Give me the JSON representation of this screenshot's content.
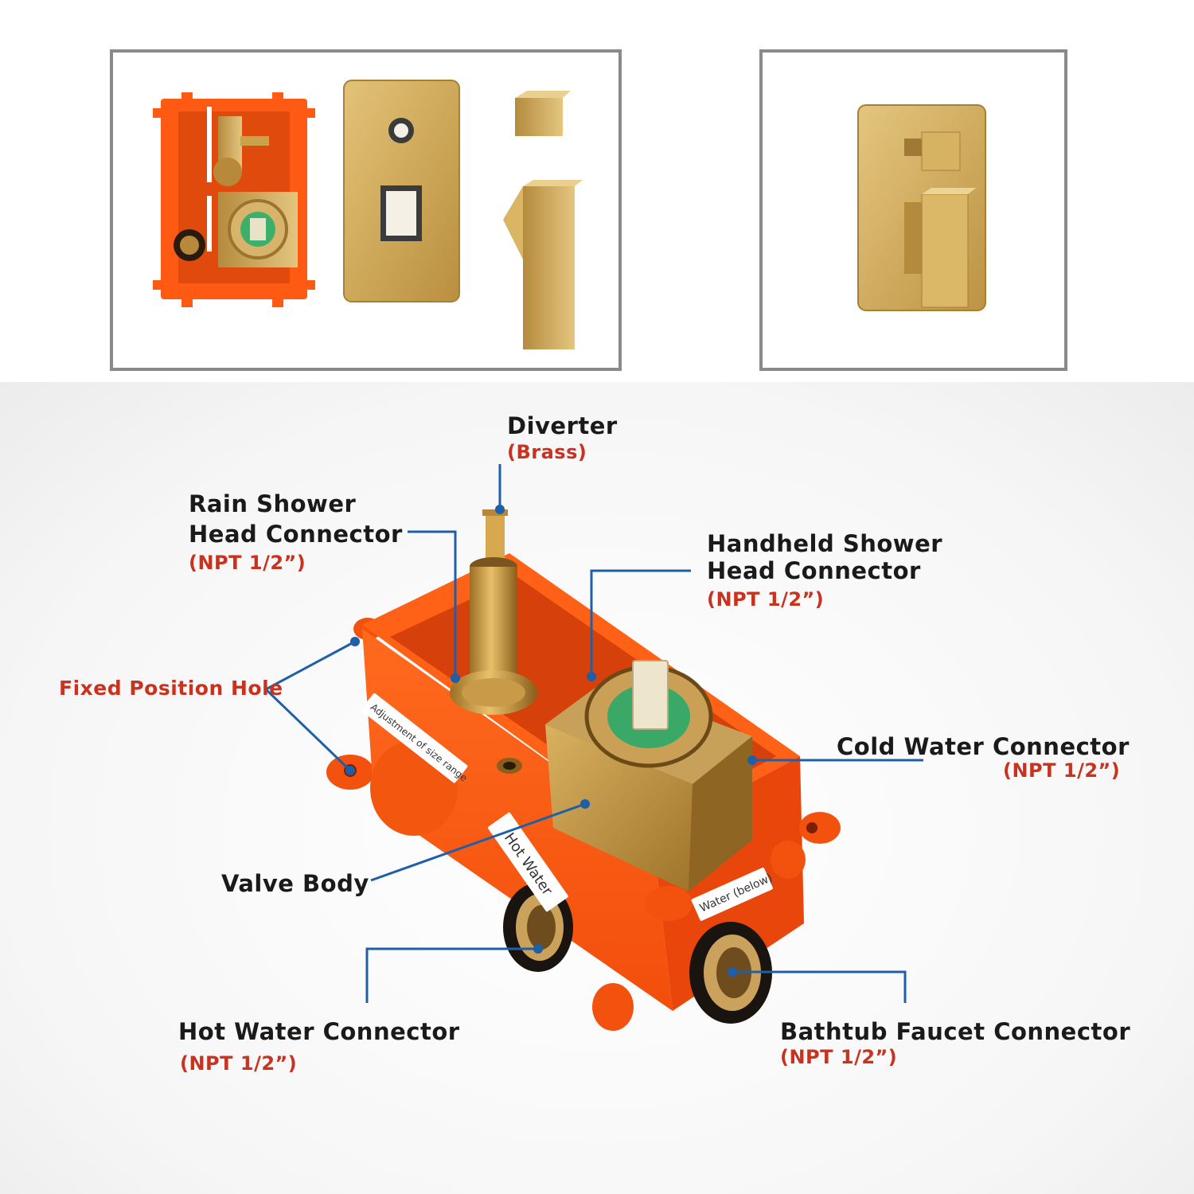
{
  "colors": {
    "box_orange": "#ff5a14",
    "brass": "#c9a24a",
    "callout_blue": "#1f5fa8",
    "spec_red": "#c8321e",
    "panel_border": "#8a8a8a"
  },
  "callouts": {
    "diverter": {
      "label": "Diverter",
      "spec": "(Brass)"
    },
    "rain_shower": {
      "line1": "Rain Shower",
      "line2": "Head Connector",
      "spec": "(NPT 1/2”)"
    },
    "handheld_shower": {
      "line1": "Handheld Shower",
      "line2": "Head Connector",
      "spec": "(NPT 1/2”)"
    },
    "fixed_position_hole": {
      "label": "Fixed Position Hole"
    },
    "cold_water": {
      "label": "Cold Water Connector",
      "spec": "(NPT 1/2”)"
    },
    "valve_body": {
      "label": "Valve Body"
    },
    "hot_water": {
      "label": "Hot Water Connector",
      "spec": "(NPT 1/2”)"
    },
    "bathtub_faucet": {
      "label": "Bathtub Faucet Connector",
      "spec": "(NPT 1/2”)"
    }
  },
  "stickers": {
    "adjustment": "Adjustment of size range",
    "hot_water": "Hot Water",
    "cold_water": "Water (below)"
  }
}
